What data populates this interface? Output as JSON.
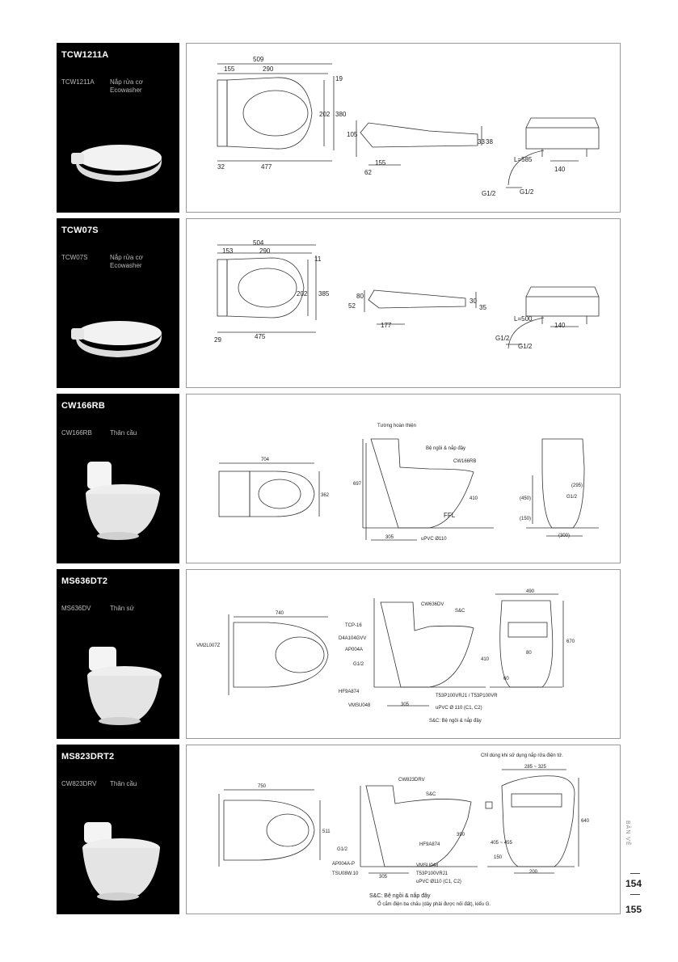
{
  "products": [
    {
      "title": "TCW1211A",
      "code": "TCW1211A",
      "desc_line1": "Nắp rửa cơ",
      "desc_line2": "Ecowasher",
      "dims": {
        "d509": "509",
        "d155": "155",
        "d290": "290",
        "d19": "19",
        "d202": "202",
        "d380": "380",
        "d32": "32",
        "d477": "477",
        "d105": "105",
        "d62": "62",
        "d155b": "155",
        "d33": "33",
        "d38": "38",
        "L": "L=585",
        "d140": "140",
        "g1": "G1/2",
        "g2": "G1/2"
      }
    },
    {
      "title": "TCW07S",
      "code": "TCW07S",
      "desc_line1": "Nắp rửa cơ",
      "desc_line2": "Ecowasher",
      "dims": {
        "d504": "504",
        "d153": "153",
        "d290": "290",
        "d11": "11",
        "d202": "202",
        "d385": "385",
        "d29": "29",
        "d475": "475",
        "d52": "52",
        "d80": "80",
        "d177": "177",
        "d30": "30",
        "d35": "35",
        "L": "L=500",
        "d140": "140",
        "g1": "G1/2",
        "g2": "G1/2"
      }
    },
    {
      "title": "CW166RB",
      "code": "CW166RB",
      "desc_line1": "Thân cầu",
      "dims": {
        "wall": "Tường hoàn thiện",
        "seat": "Bệ ngồi & nắp đậy",
        "model": "CW166RB",
        "d704": "704",
        "d362": "362",
        "d697": "697",
        "d410": "410",
        "ffl": "FFL",
        "d305": "305",
        "upvc": "uPVC Ø110",
        "d295": "(295)",
        "g12": "G1/2",
        "d450": "(450)",
        "d150": "(150)",
        "d300": "(300)"
      }
    },
    {
      "title": "MS636DT2",
      "code": "MS636DV",
      "desc_line1": "Thân sứ",
      "dims": {
        "d740": "740",
        "vm": "VM2L007Z",
        "cw": "CW636DV",
        "sc": "S&C",
        "tcp": "TCP-16",
        "d4a": "D4A104GVV",
        "ap": "AP004A",
        "g12": "G1/2",
        "hf": "HF9A874",
        "vmsu": "VMSU048",
        "d305": "305",
        "t53": "T53P100VRJ1 / T53P100VR",
        "upvc": "uPVC Ø 110 (C1, C2)",
        "d410": "410",
        "d490": "490",
        "d670": "670",
        "d80": "80",
        "d60": "60",
        "note": "S&C: Bệ ngồi & nắp đậy"
      }
    },
    {
      "title": "MS823DRT2",
      "code": "CW823DRV",
      "desc_line1": "Thân cầu",
      "dims": {
        "only": "Chỉ dùng khi sử dụng nắp rửa điện tử.",
        "d750": "750",
        "d511": "511",
        "cw": "CW823DRV",
        "sc": "S&C",
        "hf": "HF9A874",
        "g12": "G1/2",
        "ap": "AP004A-P",
        "tsu": "TSU08W.10",
        "vmsu": "VMSU048",
        "t53": "T53P100VRJ1",
        "upvc": "uPVC Ø110 (C1, C2)",
        "d305": "305",
        "d390": "390",
        "d285": "285 ~ 325",
        "d405": "405 ~ 455",
        "d150": "150",
        "d640": "640",
        "d200": "200",
        "note1": "S&C: Bệ ngồi & nắp đậy",
        "note2": "Ổ cắm điện ba chấu (dây phải được nối đất), kiểu G."
      }
    }
  ],
  "sidebar": {
    "label": "BẢN VẼ",
    "page1": "154",
    "page2": "155"
  }
}
